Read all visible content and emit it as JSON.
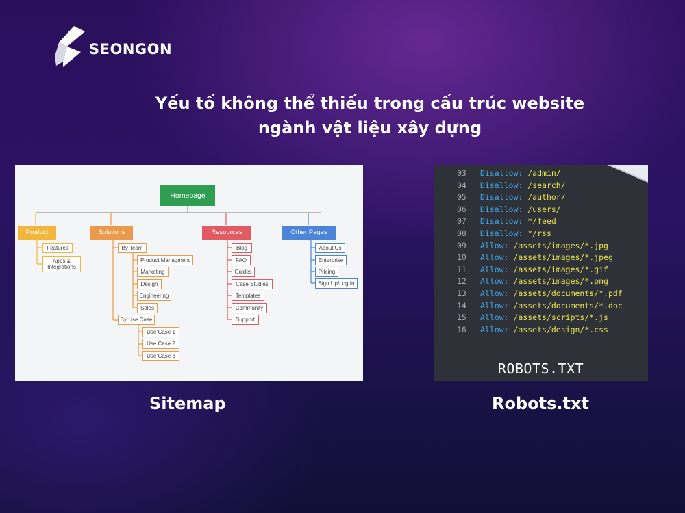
{
  "brand": {
    "name": "SEONGON",
    "logo_icon": "seongon-s-logo-icon"
  },
  "heading": {
    "line1": "Yếu tố không thể thiếu trong cấu trúc website",
    "line2": "ngành vật liệu xây dựng"
  },
  "sitemap": {
    "caption": "Sitemap",
    "root": "Homepage",
    "product": {
      "label": "Product",
      "children": [
        "Features",
        "Apps &",
        "Integrations"
      ]
    },
    "solutions": {
      "label": "Solutions",
      "by_team": "By Team",
      "team_items": [
        "Product Managment",
        "Marketing",
        "Design",
        "Engineering",
        "Sales"
      ],
      "by_use_case": "By Use Case",
      "use_cases": [
        "Use Case 1",
        "Use Case 2",
        "Use Case 3"
      ]
    },
    "resources": {
      "label": "Resources",
      "children": [
        "Blog",
        "FAQ",
        "Guides",
        "Case Studies",
        "Templates",
        "Community",
        "Support"
      ]
    },
    "other_pages": {
      "label": "Other Pages",
      "children": [
        "About Us",
        "Enterprise",
        "Pricing",
        "Sign Up/Log In"
      ]
    },
    "colors": {
      "root": "#2e9e53",
      "product": "#f3b63c",
      "solutions": "#ea9a4a",
      "resources": "#e25a62",
      "other_pages": "#4c84d8"
    }
  },
  "robots": {
    "caption": "Robots.txt",
    "file_label": "ROBOTS.TXT",
    "lines": [
      {
        "num": "03",
        "directive": "Disallow:",
        "path": "/admin/"
      },
      {
        "num": "04",
        "directive": "Disallow:",
        "path": "/search/"
      },
      {
        "num": "05",
        "directive": "Disallow:",
        "path": "/author/"
      },
      {
        "num": "06",
        "directive": "Disallow:",
        "path": "/users/"
      },
      {
        "num": "07",
        "directive": "Disallow:",
        "path": "*/feed"
      },
      {
        "num": "08",
        "directive": "Disallow:",
        "path": "*/rss"
      },
      {
        "num": "09",
        "directive": "Allow:",
        "path": "/assets/images/*.jpg"
      },
      {
        "num": "10",
        "directive": "Allow:",
        "path": "/assets/images/*.jpeg"
      },
      {
        "num": "11",
        "directive": "Allow:",
        "path": "/assets/images/*.gif"
      },
      {
        "num": "12",
        "directive": "Allow:",
        "path": "/assets/images/*.png"
      },
      {
        "num": "13",
        "directive": "Allow:",
        "path": "/assets/documents/*.pdf"
      },
      {
        "num": "14",
        "directive": "Allow:",
        "path": "/assets/documents/*.doc"
      },
      {
        "num": "15",
        "directive": "Allow:",
        "path": "/assets/scripts/*.js"
      },
      {
        "num": "16",
        "directive": "Allow:",
        "path": "/assets/design/*.css"
      }
    ],
    "colors": {
      "line_number": "#a6abb3",
      "directive": "#3fa7e6",
      "path": "#e9e34f",
      "background": "#2e3238"
    }
  }
}
